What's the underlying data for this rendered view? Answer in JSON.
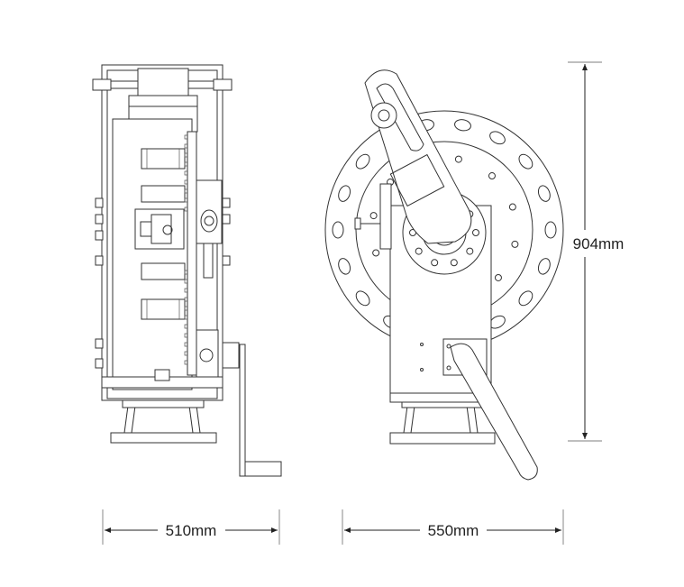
{
  "dimensions": {
    "width_label": "510mm",
    "depth_label": "550mm",
    "height_label": "904mm"
  },
  "colors": {
    "line": "#333333",
    "background": "#ffffff"
  }
}
